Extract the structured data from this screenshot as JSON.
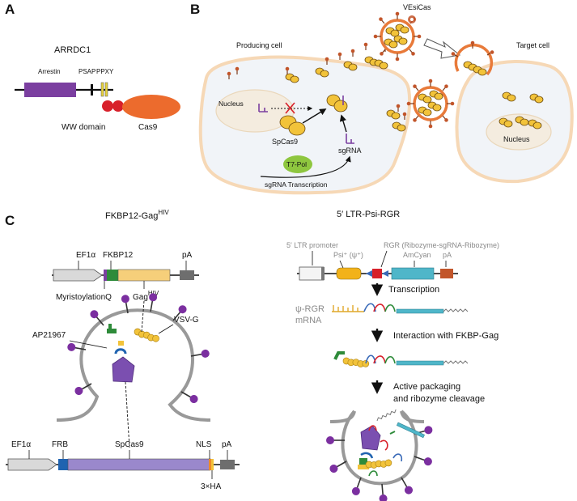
{
  "panel_a": {
    "letter": "A",
    "title": "ARRDC1",
    "arrestin": "Arrestin",
    "psap": "PSAP",
    "ppxy": "PPXY",
    "ww": "WW domain",
    "cas9": "Cas9"
  },
  "panel_b": {
    "letter": "B",
    "vesicas": "VEsiCas",
    "producing": "Producing cell",
    "target": "Target cell",
    "nucleus1": "Nucleus",
    "nucleus2": "Nucleus",
    "spcas9": "SpCas9",
    "sgrna": "sgRNA",
    "t7": "T7-Pol",
    "transcription": "sgRNA Transcription"
  },
  "panel_c": {
    "letter": "C",
    "fkbp_title_main": "FKBP12-Gag",
    "fkbp_title_sup": "HIV",
    "ef1a_top": "EF1α",
    "fkbp12": "FKBP12",
    "pa_top": "pA",
    "myr": "MyristoylationQ",
    "gag_main": "Gag",
    "gag_sup": "HIV",
    "vsvg": "VSV-G",
    "ap": "AP21967",
    "ef1a_bot": "EF1α",
    "frb": "FRB",
    "spcas9": "SpCas9",
    "nls": "NLS",
    "pa_bot": "pA",
    "ha": "3×HA",
    "ltr_title": "5′ LTR-Psi-RGR",
    "ltr_promoter": "5′ LTR promoter",
    "psi": "Psi⁺ (ψ⁺)",
    "rgr": "RGR (Ribozyme-sgRNA-Ribozyme)",
    "amcyan": "AmCyan",
    "pa_right": "pA",
    "step1": "Transcription",
    "mrna1": "ψ-RGR",
    "mrna2": "mRNA",
    "step2": "Interaction with FKBP-Gag",
    "step3a": "Active packaging",
    "step3b": "and ribozyme cleavage"
  },
  "colors": {
    "purple": "#7b3fa0",
    "orange": "#ec6b2d",
    "red": "#d8202a",
    "yellow": "#f2c33a",
    "cyan": "#4fb6c9",
    "green": "#2e8b3a",
    "membrane": "#f6d8b6",
    "cell": "#f1f4f8"
  }
}
